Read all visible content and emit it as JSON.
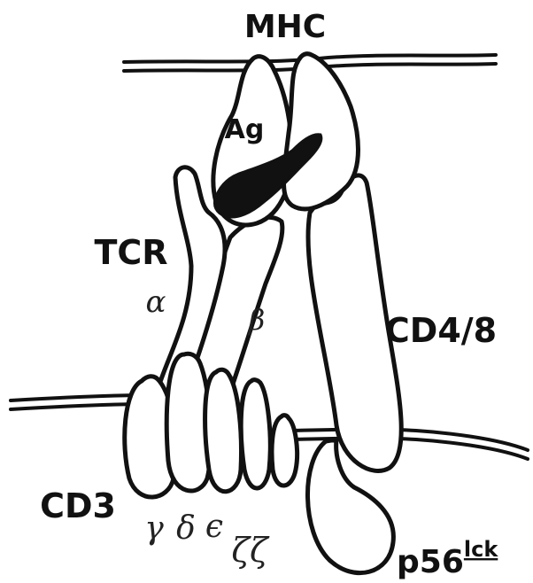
{
  "labels": {
    "mhc": "MHC",
    "antigen": "Ag",
    "tcr": "TCR",
    "alpha": "α",
    "beta": "β",
    "coreceptor": "CD4/8",
    "cd3": "CD3",
    "gamma": "γ",
    "delta": "δ",
    "epsilon": "ϵ",
    "zeta": "ζζ",
    "lck_base": "p56",
    "lck_sup": "lck"
  },
  "colors": {
    "ink": "#111111",
    "background": "#ffffff"
  }
}
